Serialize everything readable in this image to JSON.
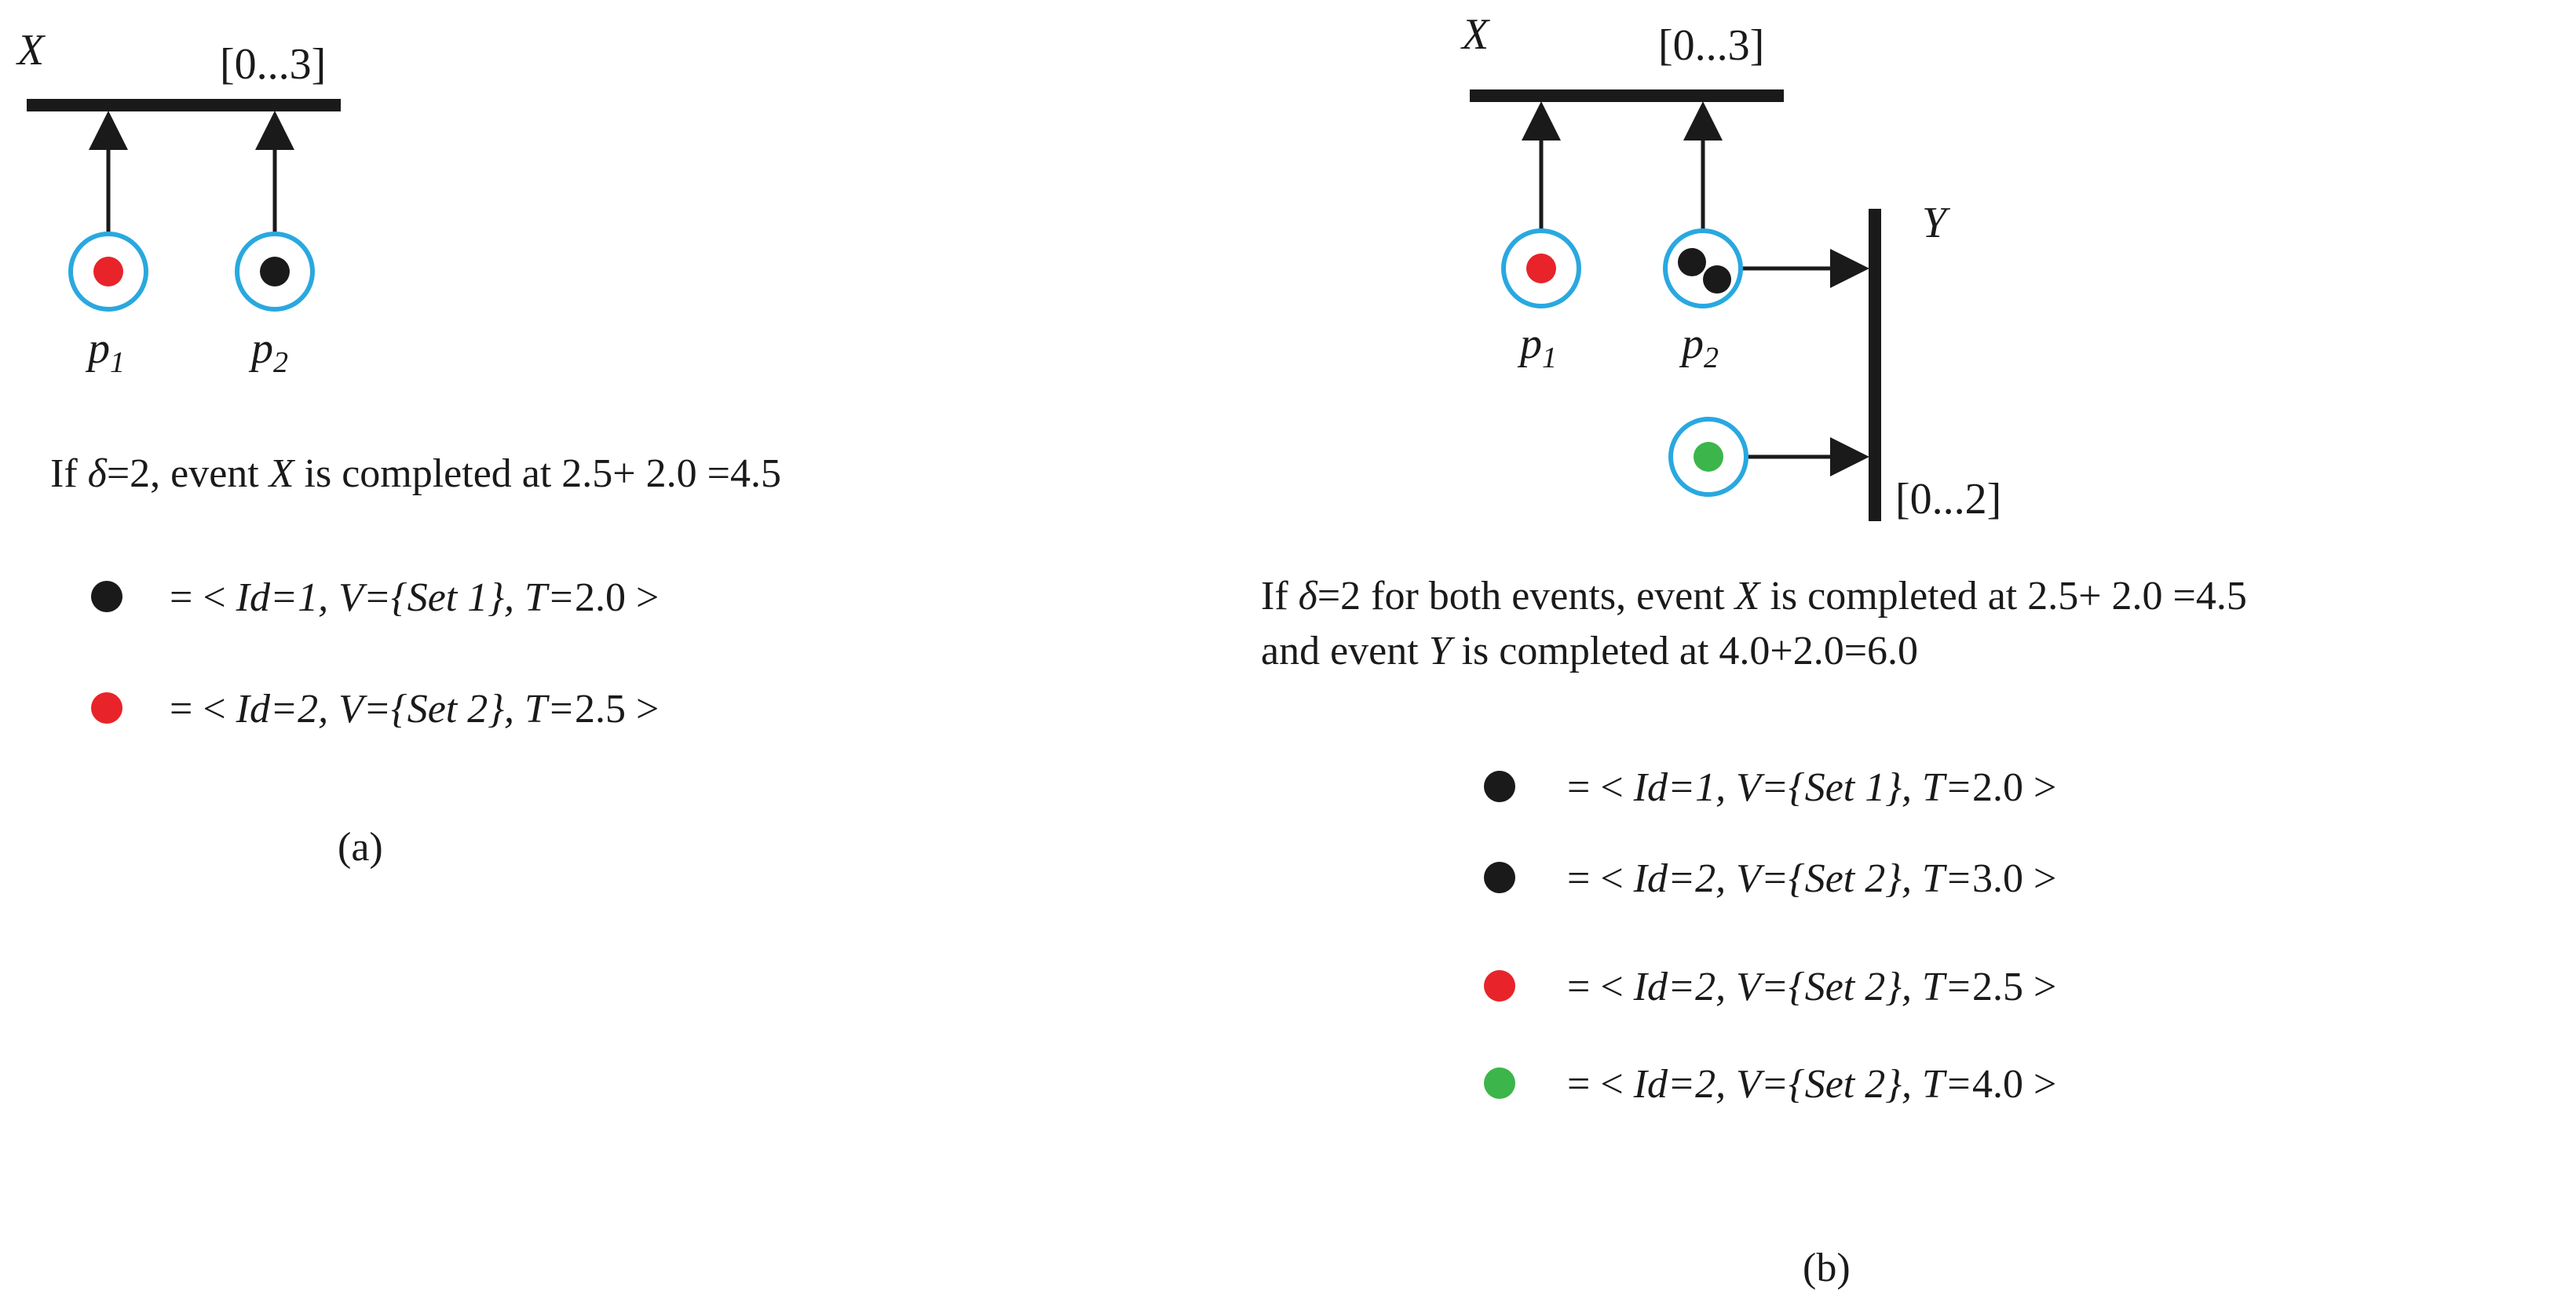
{
  "panel_a": {
    "transition_label": "X",
    "range": "[0...3]",
    "places": [
      {
        "name": "p",
        "sub": "1"
      },
      {
        "name": "p",
        "sub": "2"
      }
    ],
    "condition": {
      "prefix": "If ",
      "delta": "δ",
      "rest1": "=2, event ",
      "event": "X",
      "rest2": " is completed at 2.5+ 2.0 =4.5"
    },
    "legend": [
      {
        "color": "#1a1a1a",
        "eq": "= <",
        "content": " Id=1, V={Set 1}, T=",
        "value": "2.0 >"
      },
      {
        "color": "#e8232a",
        "eq": "= <",
        "content": " Id=2, V={Set 2}, T=",
        "value": "2.5 >"
      }
    ],
    "caption": "(a)"
  },
  "panel_b": {
    "transition_x_label": "X",
    "range_x": "[0...3]",
    "transition_y_label": "Y",
    "range_y": "[0...2]",
    "places": [
      {
        "name": "p",
        "sub": "1"
      },
      {
        "name": "p",
        "sub": "2"
      }
    ],
    "condition_line1": {
      "prefix": "If ",
      "delta": "δ",
      "rest1": "=2 for both events, event ",
      "event": "X",
      "rest2": " is completed at 2.5+ 2.0 =4.5"
    },
    "condition_line2": {
      "prefix": "and event ",
      "event": "Y",
      "rest": " is completed at 4.0+2.0=6.0"
    },
    "legend": [
      {
        "color": "#1a1a1a",
        "eq": "= <",
        "content": " Id=1, V={Set 1}, T=",
        "value": "2.0 >"
      },
      {
        "color": "#1a1a1a",
        "eq": "= <",
        "content": " Id=2, V={Set 2}, T=",
        "value": "3.0 >"
      },
      {
        "color": "#e8232a",
        "eq": "= <",
        "content": " Id=2, V={Set 2}, T=",
        "value": "2.5 >"
      },
      {
        "color": "#3cb54a",
        "eq": "= <",
        "content": " Id=2, V={Set 2}, T=",
        "value": "4.0 >"
      }
    ],
    "caption": "(b)"
  },
  "colors": {
    "place_ring": "#29a8e0",
    "token_black": "#1a1a1a",
    "token_red": "#e8232a",
    "token_green": "#3cb54a",
    "line": "#1a1a1a"
  }
}
